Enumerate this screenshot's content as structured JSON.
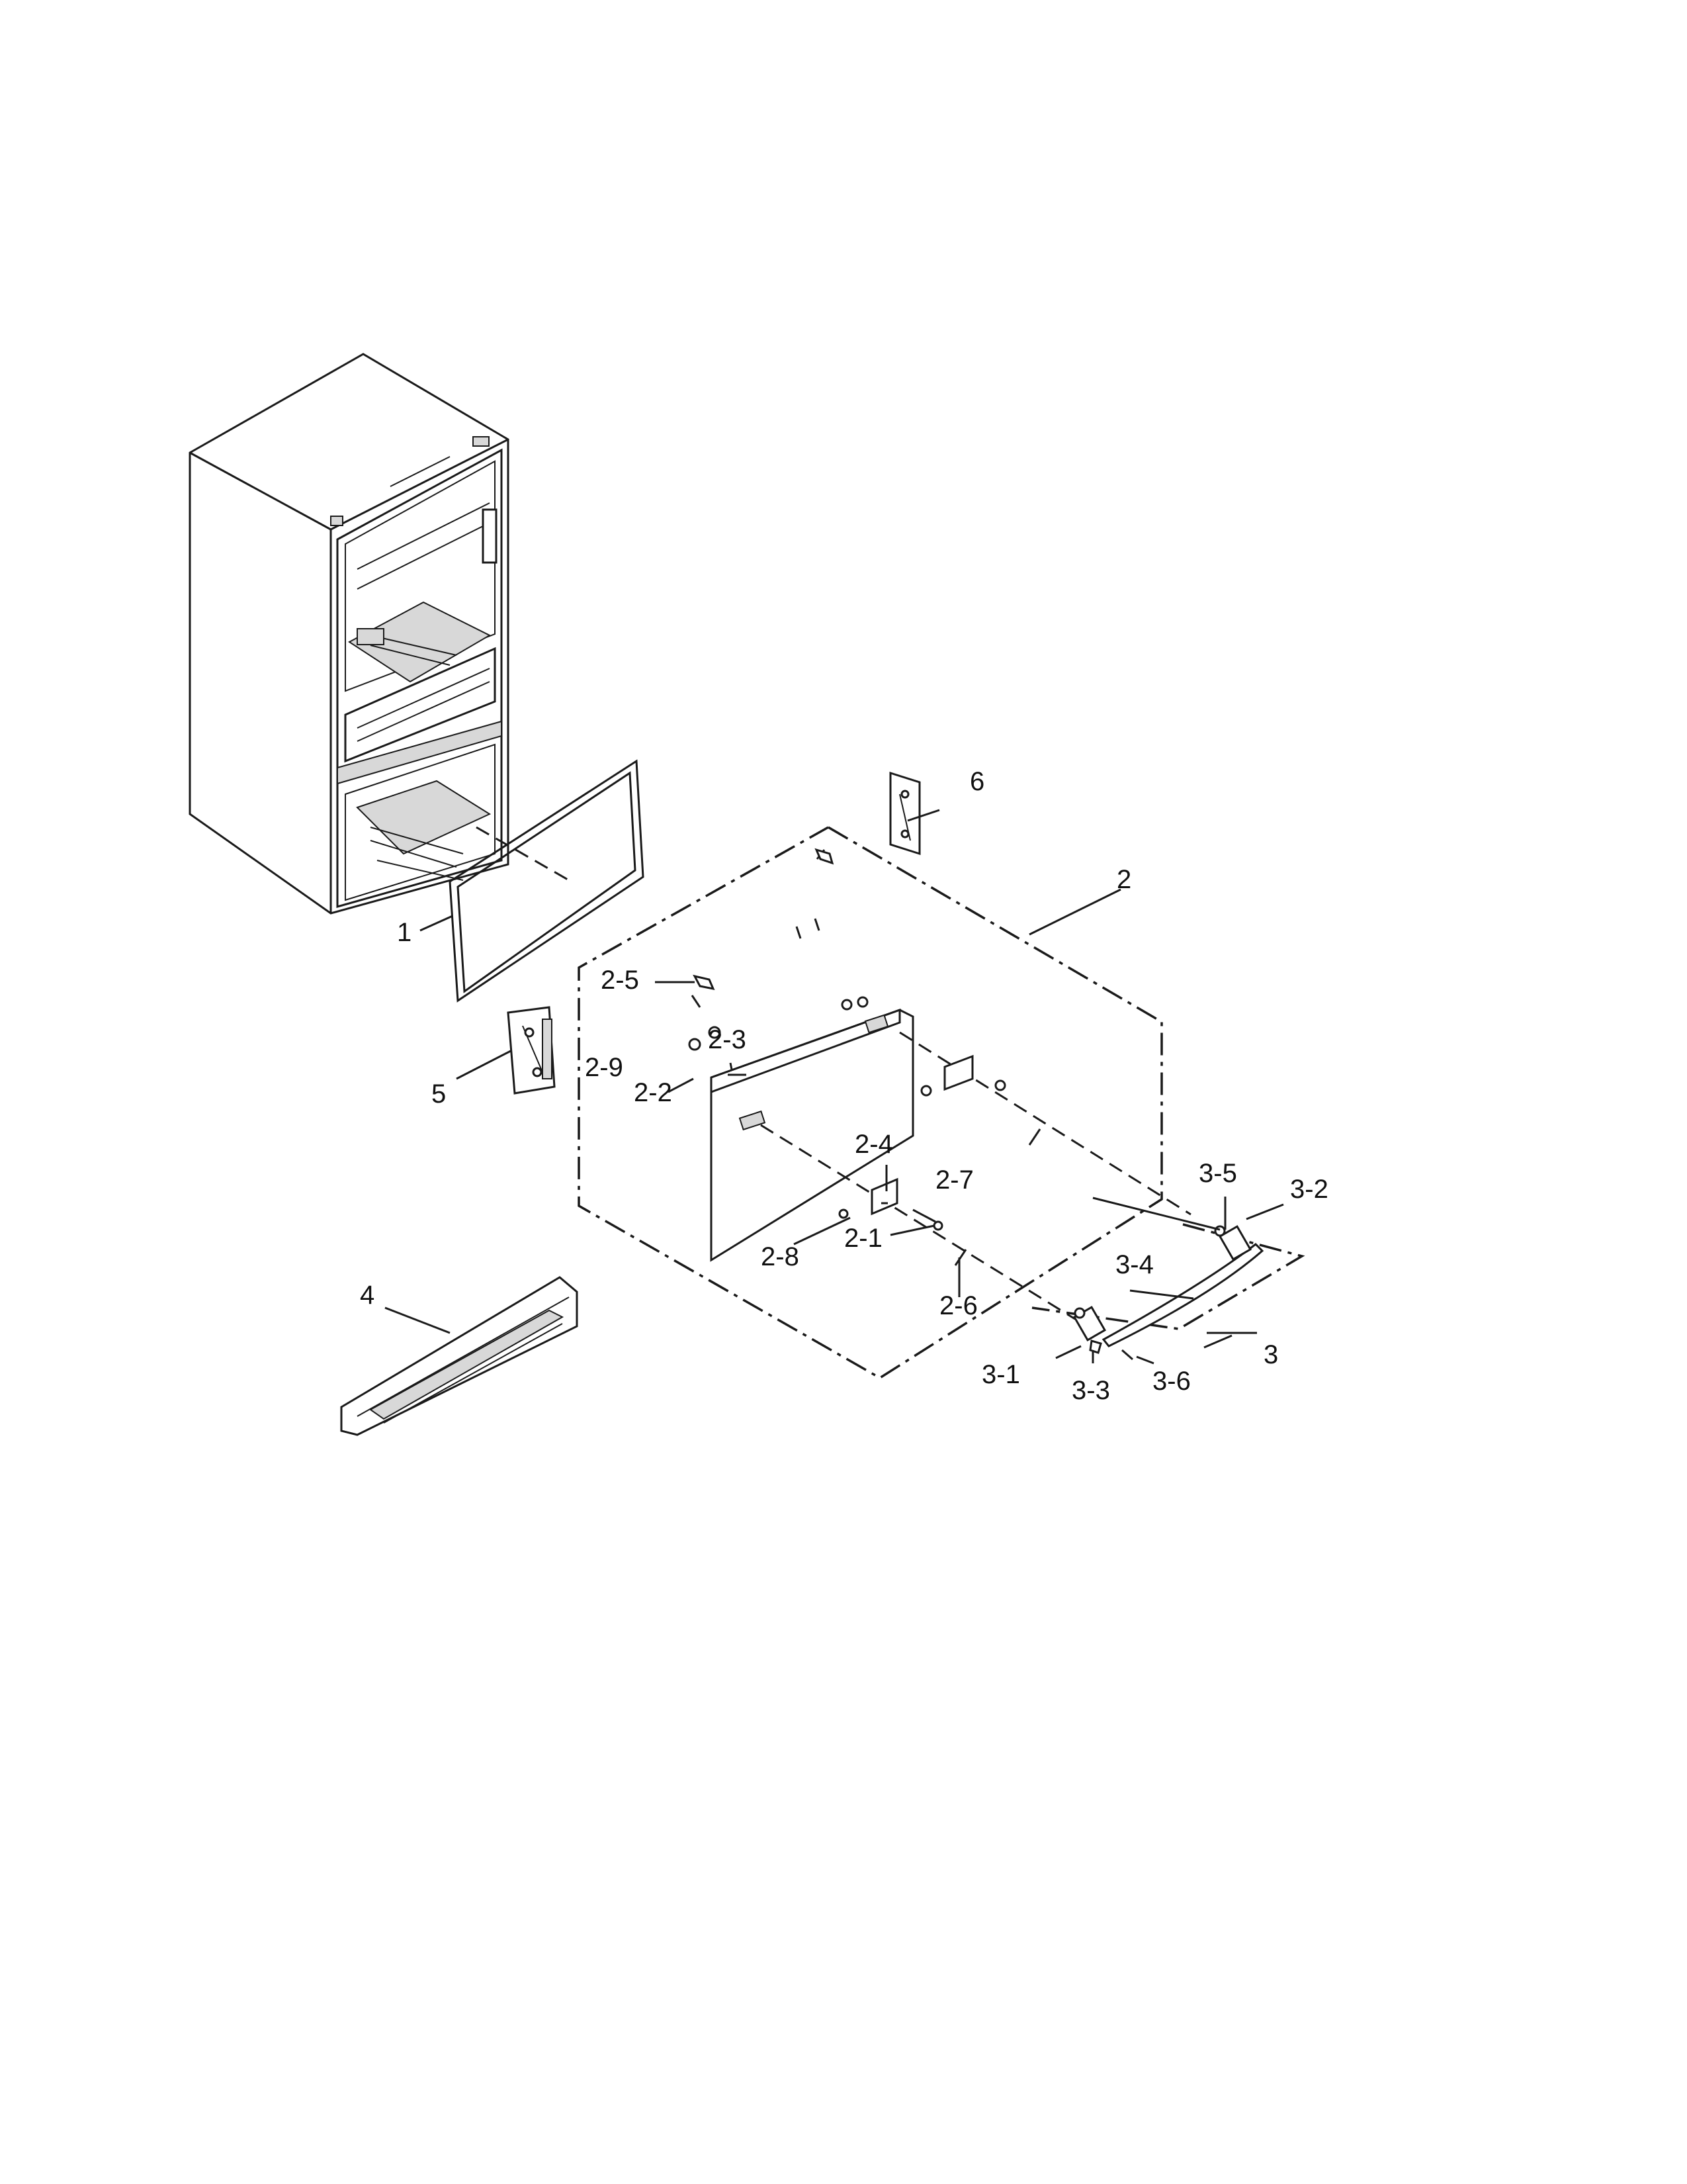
{
  "callouts": [
    {
      "id": "1",
      "label": "1"
    },
    {
      "id": "2",
      "label": "2"
    },
    {
      "id": "2-1",
      "label": "2-1"
    },
    {
      "id": "2-2",
      "label": "2-2"
    },
    {
      "id": "2-3",
      "label": "2-3"
    },
    {
      "id": "2-4",
      "label": "2-4"
    },
    {
      "id": "2-5",
      "label": "2-5"
    },
    {
      "id": "2-6",
      "label": "2-6"
    },
    {
      "id": "2-7",
      "label": "2-7"
    },
    {
      "id": "2-8",
      "label": "2-8"
    },
    {
      "id": "2-9",
      "label": "2-9"
    },
    {
      "id": "3",
      "label": "3"
    },
    {
      "id": "3-1",
      "label": "3-1"
    },
    {
      "id": "3-2",
      "label": "3-2"
    },
    {
      "id": "3-3",
      "label": "3-3"
    },
    {
      "id": "3-4",
      "label": "3-4"
    },
    {
      "id": "3-5",
      "label": "3-5"
    },
    {
      "id": "3-6",
      "label": "3-6"
    },
    {
      "id": "4",
      "label": "4"
    },
    {
      "id": "5",
      "label": "5"
    },
    {
      "id": "6",
      "label": "6"
    }
  ],
  "colors": {
    "ink": "#1a1a1a",
    "paper": "#ffffff"
  }
}
